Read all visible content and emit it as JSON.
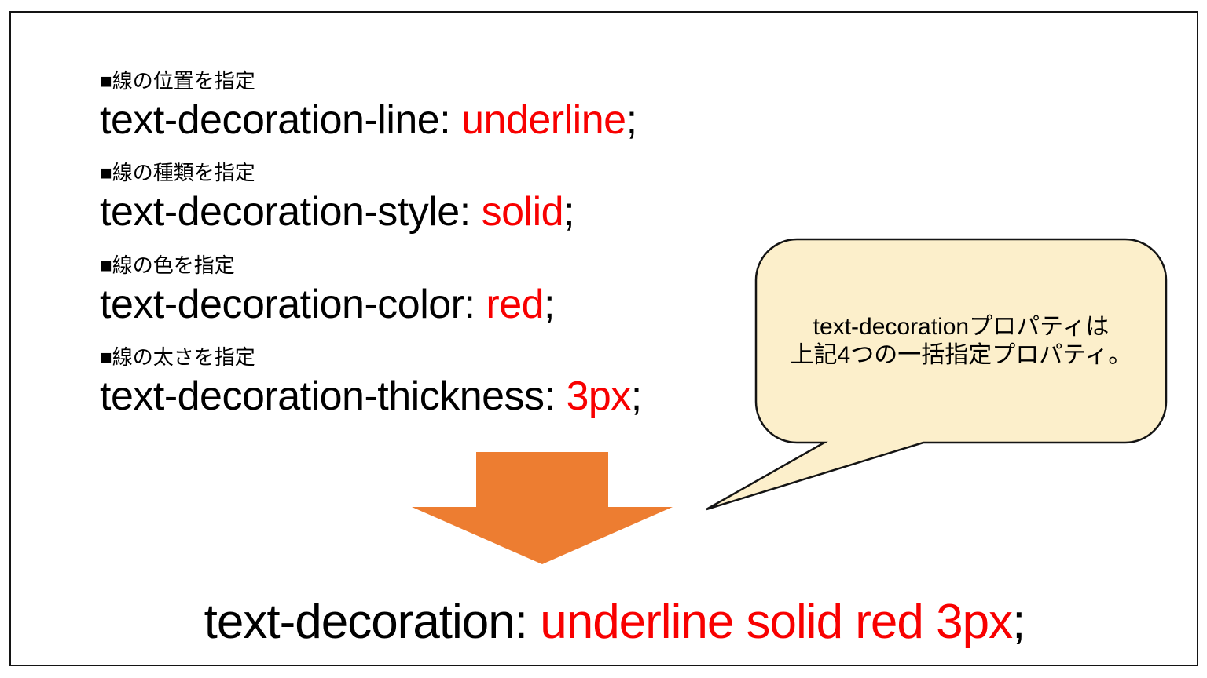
{
  "colors": {
    "code_red": "#f80000",
    "arrow_orange": "#ed7d31",
    "bubble_fill": "#fcefcb",
    "outline": "#141414"
  },
  "sections": [
    {
      "label": "■線の位置を指定",
      "code_black": "text-decoration-line: ",
      "code_red": "underline",
      "code_suffix": ";"
    },
    {
      "label": "■線の種類を指定",
      "code_black": "text-decoration-style: ",
      "code_red": "solid",
      "code_suffix": ";"
    },
    {
      "label": "■線の色を指定",
      "code_black": "text-decoration-color: ",
      "code_red": "red",
      "code_suffix": ";"
    },
    {
      "label": "■線の太さを指定",
      "code_black": "text-decoration-thickness: ",
      "code_red": "3px",
      "code_suffix": ";"
    }
  ],
  "bubble": {
    "line1": "text-decorationプロパティは",
    "line2": "上記4つの一括指定プロパティ。"
  },
  "result": {
    "code_black": "text-decoration: ",
    "code_red": "underline solid red 3px",
    "code_suffix": ";"
  }
}
